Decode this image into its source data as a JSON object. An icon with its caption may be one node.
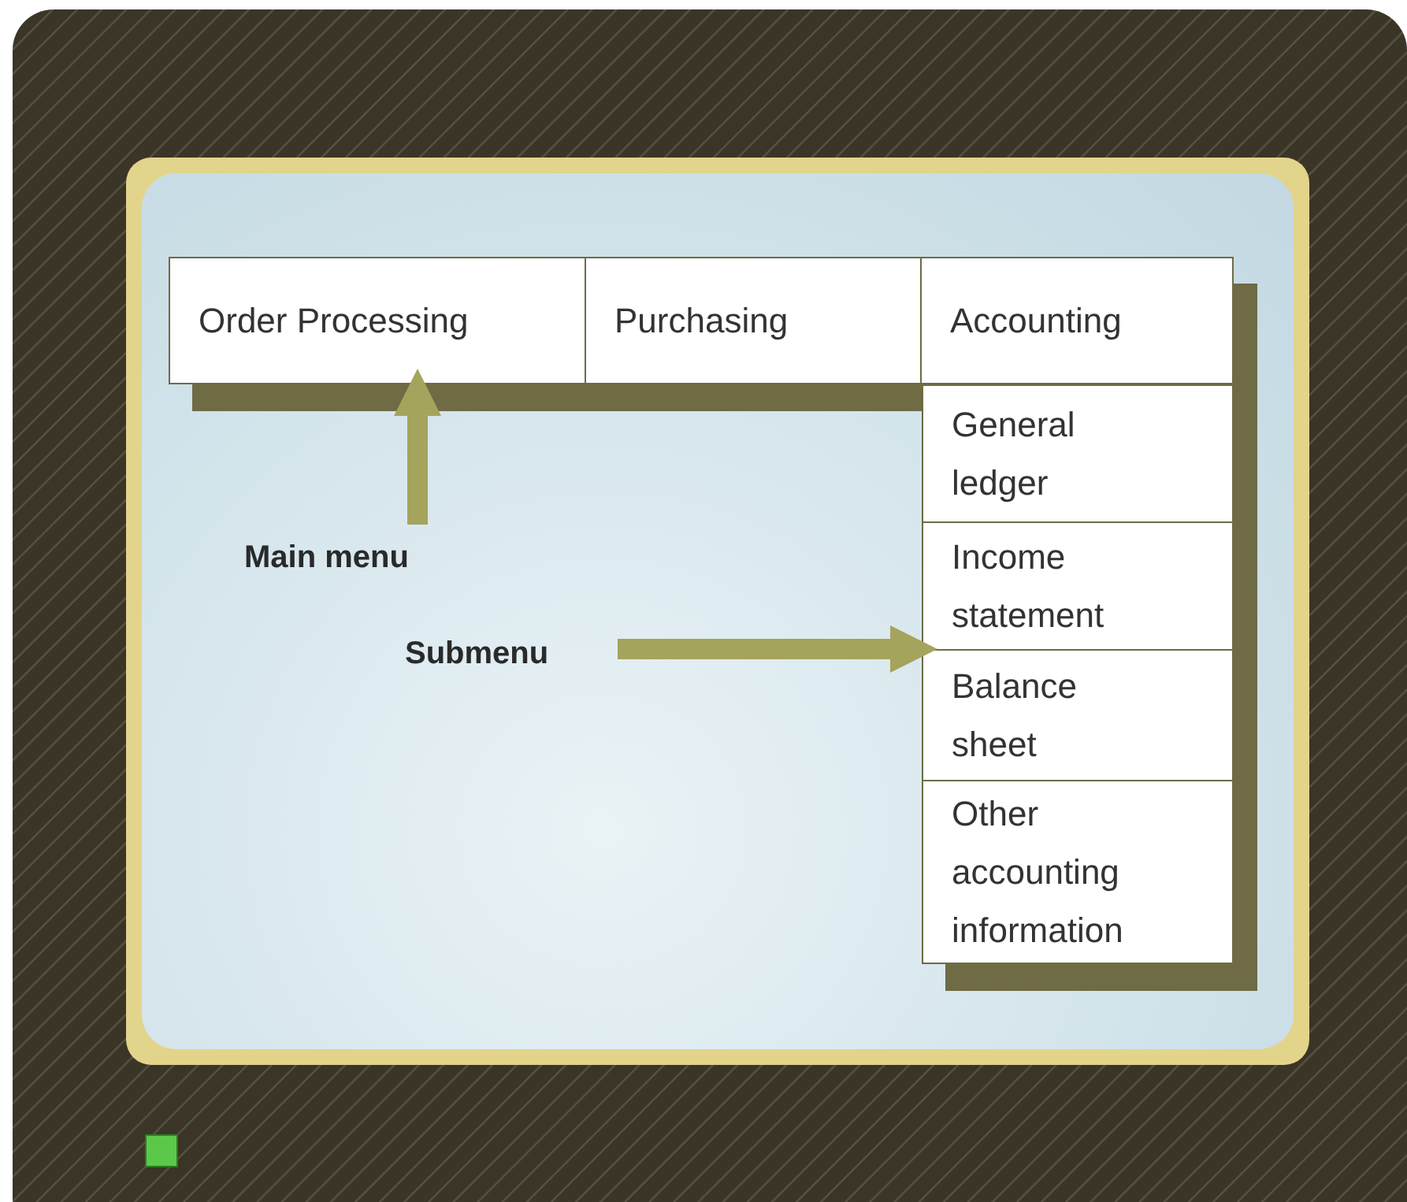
{
  "diagram": {
    "nodes": [
      {
        "text": [],
        "shape": "bar"
      },
      {
        "text": [
          "Order Processing"
        ],
        "in": 0
      },
      {
        "text": [
          "Purchasing"
        ],
        "in": 0
      },
      {
        "text": [
          "Accounting"
        ],
        "in": 0
      },
      {
        "text": [],
        "shape": "bar"
      },
      {
        "text": [
          "General ledger"
        ],
        "in": 4
      },
      {
        "text": [
          "Income statement"
        ],
        "in": 4
      },
      {
        "text": [
          "Balance sheet"
        ],
        "in": 4
      },
      {
        "text": [
          "Other accounting information"
        ],
        "in": 4
      },
      {
        "text": [
          "Main menu"
        ]
      },
      {
        "text": [
          "Submenu"
        ]
      }
    ],
    "edges": [
      {
        "from": 9,
        "to": 0,
        "arrow": "to"
      },
      {
        "from": 10,
        "to": 4,
        "arrow": "to"
      }
    ]
  }
}
